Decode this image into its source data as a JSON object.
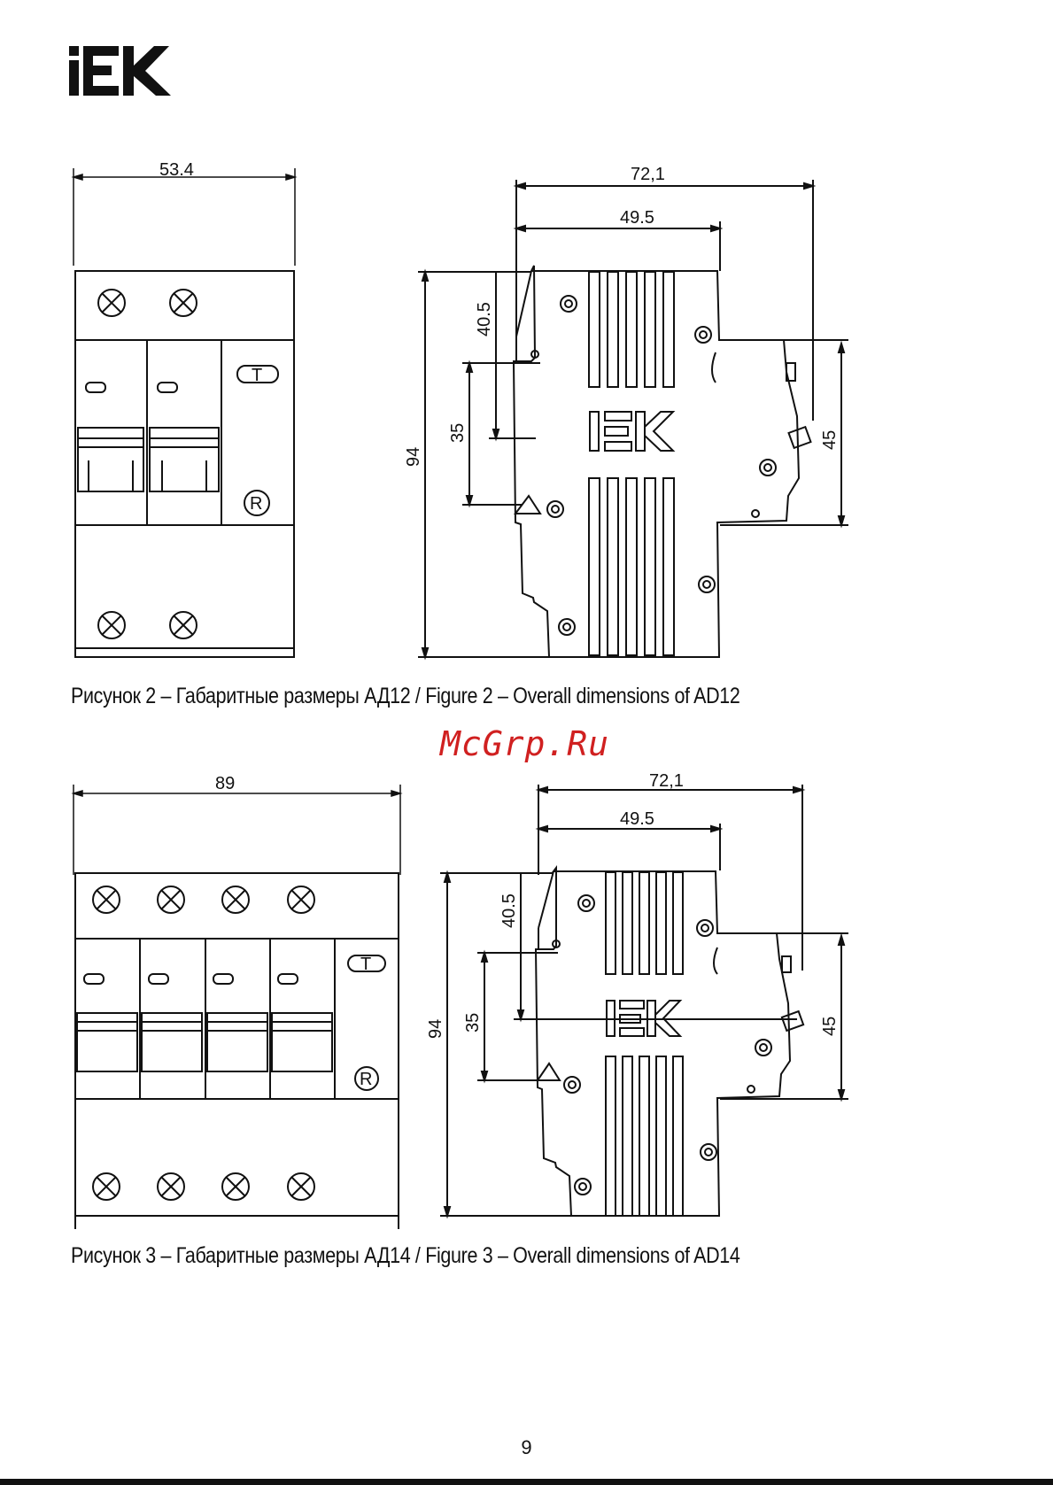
{
  "brand": {
    "logo_text": "IEK"
  },
  "figure2": {
    "caption": "Рисунок 2 – Габаритные размеры АД12 / Figure 2 – Overall dimensions of AD12",
    "dims": {
      "width": "53.4",
      "depth_total": "72,1",
      "depth_body": "49.5",
      "height_total": "94",
      "rail_offset": "40.5",
      "rail_height": "35",
      "front_height": "45"
    }
  },
  "figure3": {
    "caption": "Рисунок 3 – Габаритные размеры АД14 / Figure 3 – Overall dimensions of AD14",
    "dims": {
      "width": "89",
      "depth_total": "72,1",
      "depth_body": "49.5",
      "height_total": "94",
      "rail_offset": "40.5",
      "rail_height": "35",
      "front_height": "45"
    }
  },
  "watermark": "McGrp.Ru",
  "page_number": "9",
  "colors": {
    "ink": "#111111",
    "watermark": "#d02020"
  }
}
